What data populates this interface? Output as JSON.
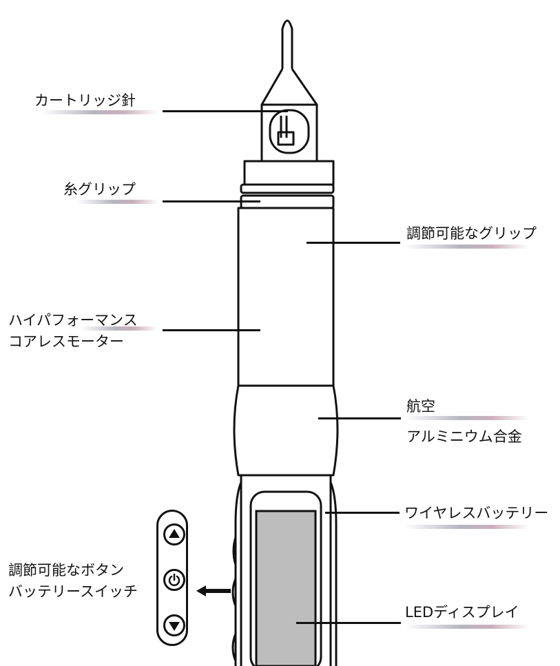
{
  "labels": {
    "cartridge_needle": "カートリッジ針",
    "thread_grip": "糸グリップ",
    "adjustable_grip": "調節可能なグリップ",
    "motor_line1": "ハイパフォーマンス",
    "motor_line2": "コアレスモーター",
    "aluminum_line1": "航空",
    "aluminum_line2": "アルミニウム合金",
    "wireless_battery": "ワイヤレスバッテリー",
    "buttons_line1": "調節可能なボタン",
    "buttons_line2": "バッテリースイッチ",
    "led_display": "LEDディスプレイ"
  },
  "icons": {
    "up": "arrow-up-circle-icon",
    "power": "power-icon",
    "down": "arrow-down-circle-icon",
    "pointer": "arrow-left-icon"
  },
  "colors": {
    "outline": "#111111",
    "display_fill": "#bdbdbd",
    "background": "#ffffff"
  }
}
